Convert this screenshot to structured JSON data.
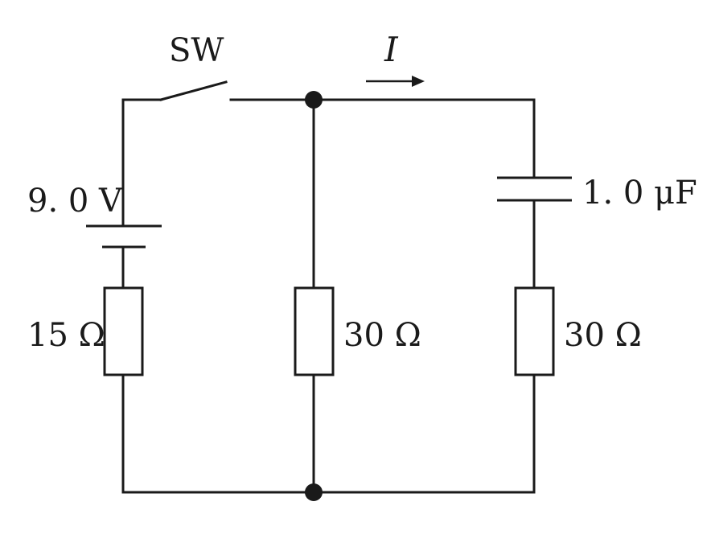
{
  "labels": {
    "switch": "SW",
    "current": "I",
    "battery_voltage": "9. 0 V",
    "capacitance": "1. 0 μF",
    "resistor_left": "15 Ω",
    "resistor_middle": "30 Ω",
    "resistor_right": "30 Ω"
  },
  "colors": {
    "line": "#1a1a1a",
    "background": "#ffffff"
  }
}
